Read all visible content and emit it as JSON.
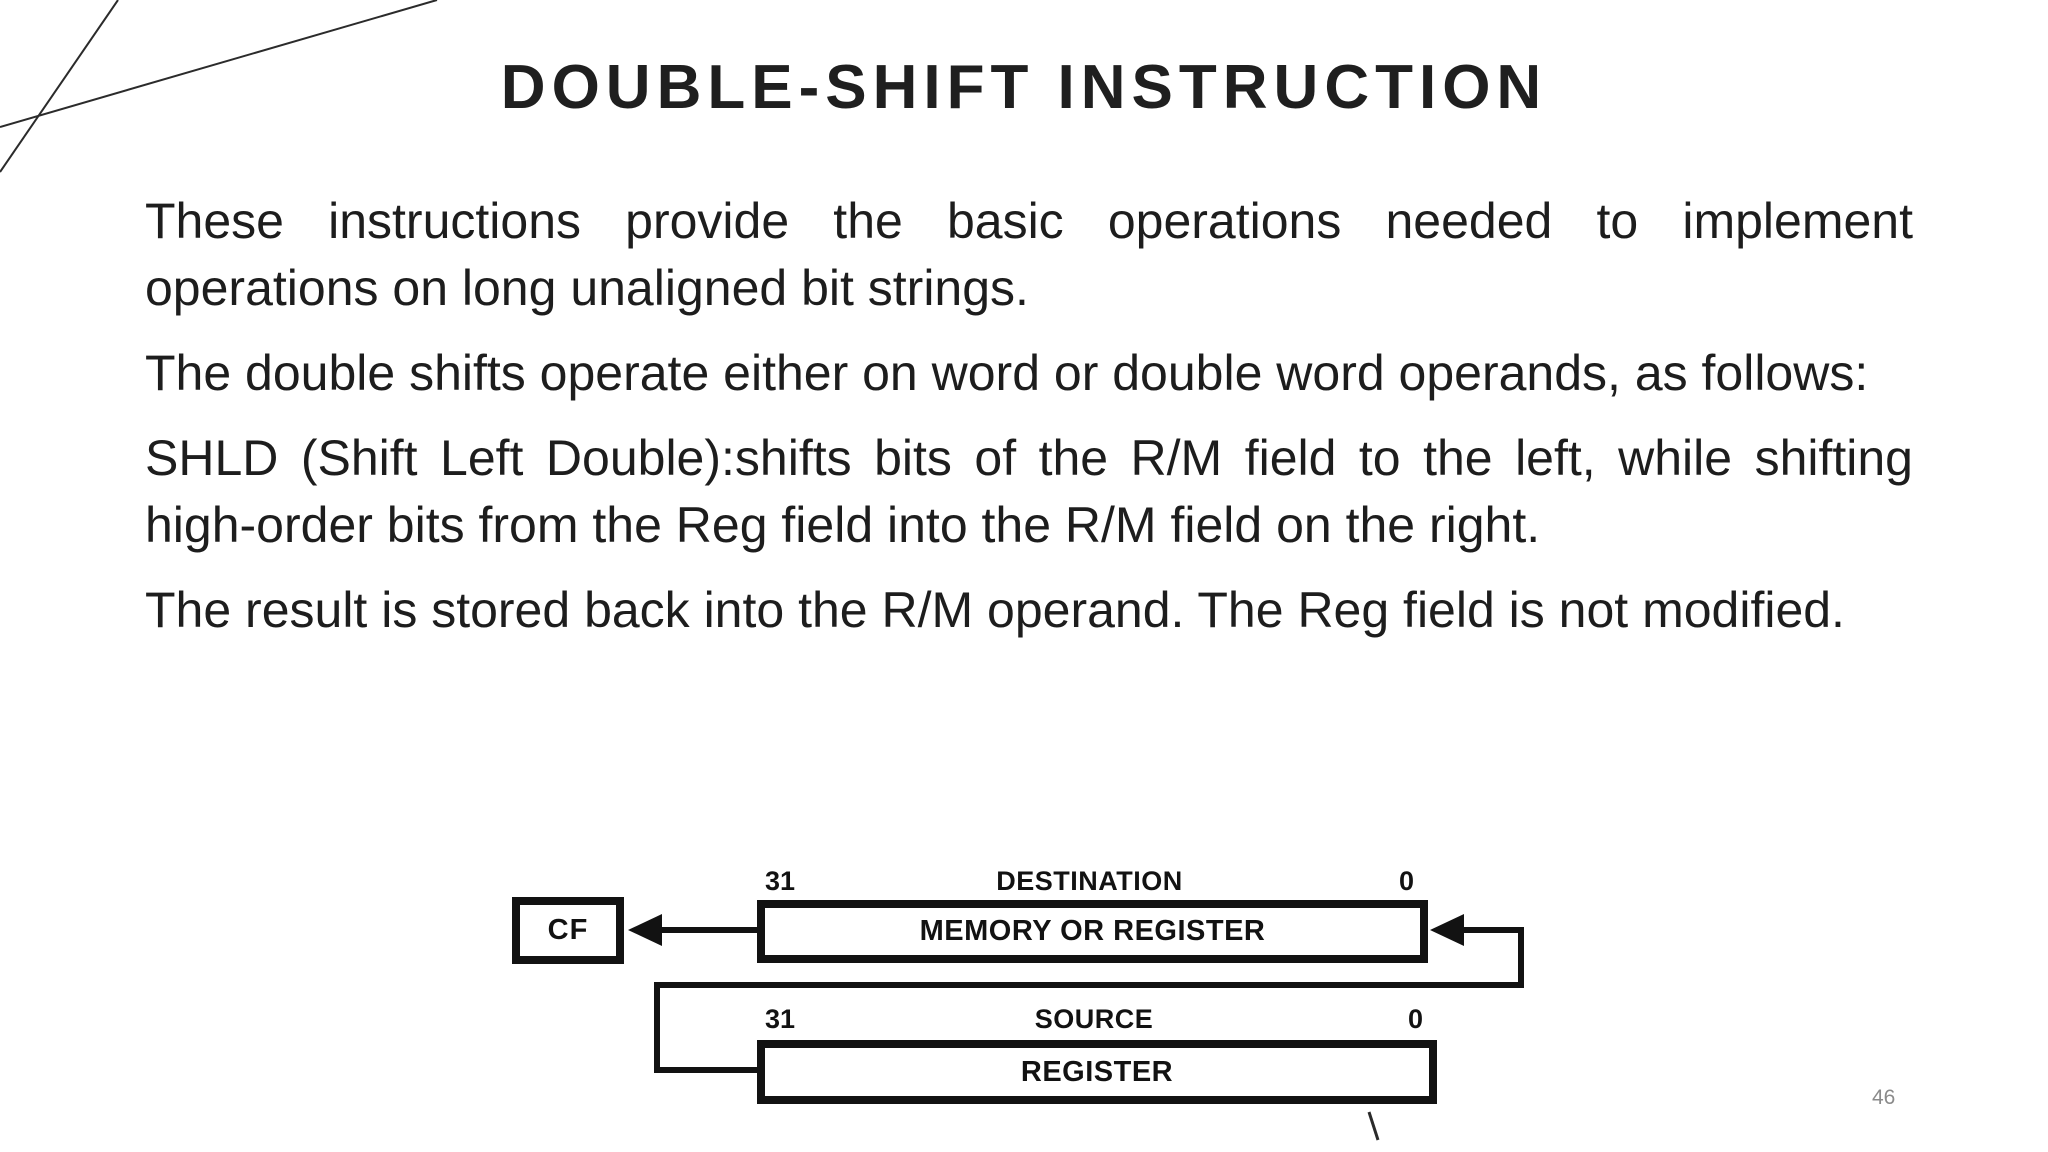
{
  "slide": {
    "title": "DOUBLE-SHIFT INSTRUCTION",
    "paragraphs": [
      "These instructions provide the basic operations needed to implement operations on long unaligned bit strings.",
      "The double shifts operate either on word or double word operands, as follows:",
      "SHLD (Shift Left Double):shifts bits of the R/M field to the left, while shifting high-order bits from the Reg field into the R/M field on the right.",
      "The result is stored back into the R/M operand. The Reg field is not modified."
    ],
    "page_number": "46"
  },
  "diagram": {
    "cf_label": "CF",
    "destination": {
      "bit_high": "31",
      "label": "DESTINATION",
      "bit_low": "0",
      "box_text": "MEMORY OR REGISTER"
    },
    "source": {
      "bit_high": "31",
      "label": "SOURCE",
      "bit_low": "0",
      "box_text": "REGISTER"
    }
  },
  "colors": {
    "background": "#ffffff",
    "title_text": "#1f1f1f",
    "body_text": "#1d1d1d",
    "diagram_ink": "#121212",
    "page_number": "#8a8a8a"
  }
}
